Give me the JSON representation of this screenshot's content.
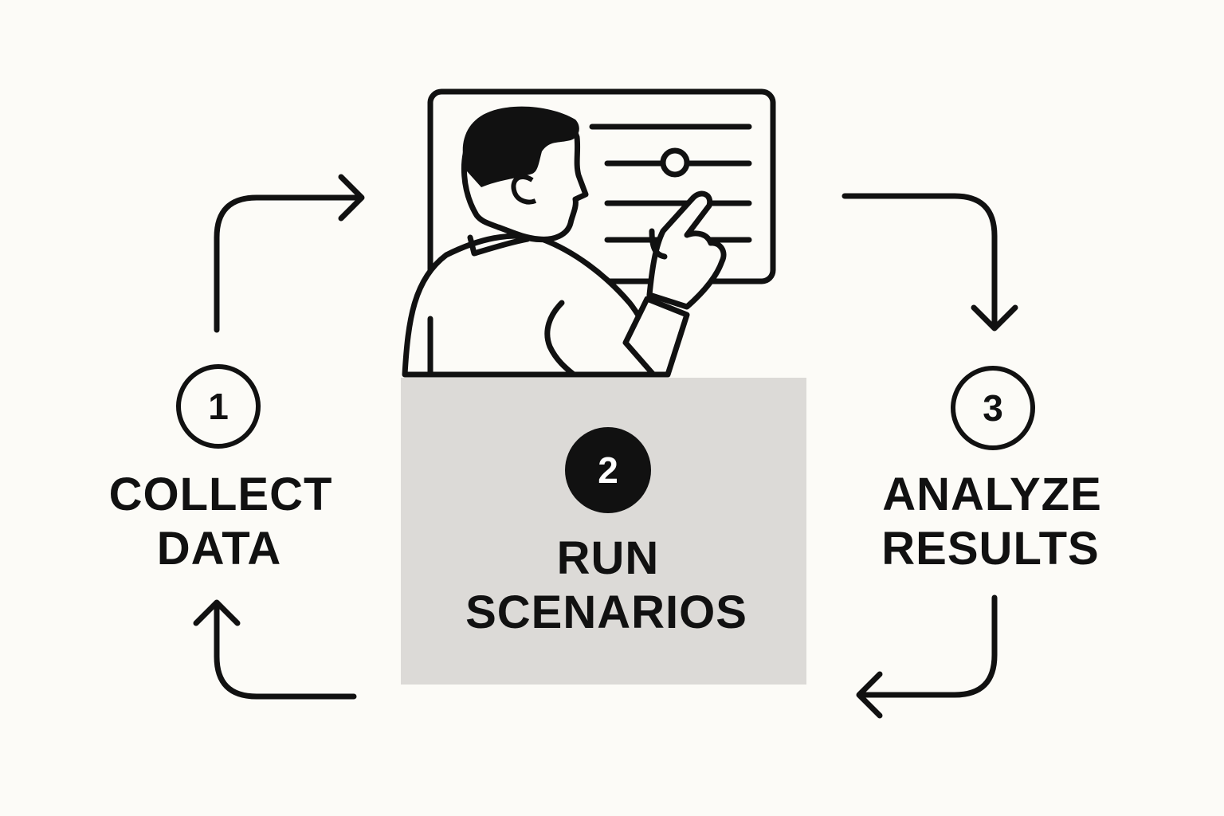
{
  "colors": {
    "ink": "#111111",
    "background": "#fcfbf7",
    "highlight_box": "#dcdad7",
    "white": "#ffffff"
  },
  "steps": [
    {
      "number": "1",
      "line1": "COLLECT",
      "line2": "DATA"
    },
    {
      "number": "2",
      "line1": "RUN",
      "line2": "SCENARIOS"
    },
    {
      "number": "3",
      "line1": "ANALYZE",
      "line2": "RESULTS"
    }
  ],
  "illustration": {
    "icon": "person-adjusting-sliders-icon"
  }
}
